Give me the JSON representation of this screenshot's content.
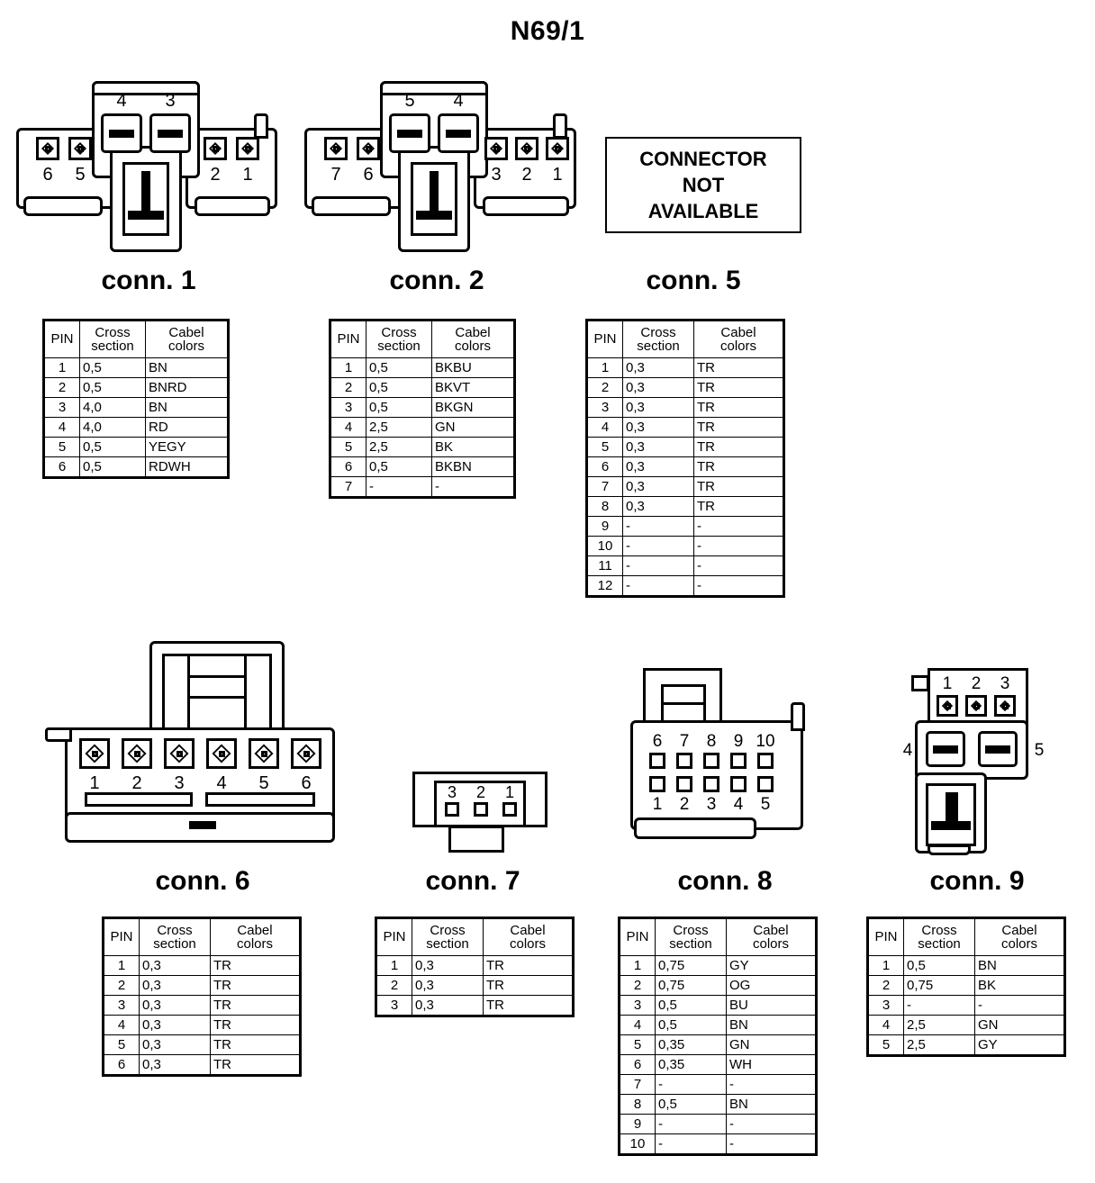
{
  "page": {
    "title": "N69/1"
  },
  "not_available_box": {
    "line1": "CONNECTOR",
    "line2": "NOT",
    "line3": "AVAILABLE"
  },
  "table_headers": {
    "pin": "PIN",
    "cross": "Cross",
    "section": "section",
    "cabel": "Cabel",
    "colors": "colors"
  },
  "connectors": [
    {
      "id": "conn1",
      "caption": "conn. 1",
      "pin_labels": [
        "6",
        "5",
        "4",
        "3",
        "2",
        "1"
      ],
      "rows": [
        {
          "pin": "1",
          "cross_section": "0,5",
          "cabel_colors": "BN"
        },
        {
          "pin": "2",
          "cross_section": "0,5",
          "cabel_colors": "BNRD"
        },
        {
          "pin": "3",
          "cross_section": "4,0",
          "cabel_colors": "BN"
        },
        {
          "pin": "4",
          "cross_section": "4,0",
          "cabel_colors": "RD"
        },
        {
          "pin": "5",
          "cross_section": "0,5",
          "cabel_colors": "YEGY"
        },
        {
          "pin": "6",
          "cross_section": "0,5",
          "cabel_colors": "RDWH"
        }
      ]
    },
    {
      "id": "conn2",
      "caption": "conn. 2",
      "pin_labels": [
        "7",
        "6",
        "5",
        "4",
        "3",
        "2",
        "1"
      ],
      "rows": [
        {
          "pin": "1",
          "cross_section": "0,5",
          "cabel_colors": "BKBU"
        },
        {
          "pin": "2",
          "cross_section": "0,5",
          "cabel_colors": "BKVT"
        },
        {
          "pin": "3",
          "cross_section": "0,5",
          "cabel_colors": "BKGN"
        },
        {
          "pin": "4",
          "cross_section": "2,5",
          "cabel_colors": "GN"
        },
        {
          "pin": "5",
          "cross_section": "2,5",
          "cabel_colors": "BK"
        },
        {
          "pin": "6",
          "cross_section": "0,5",
          "cabel_colors": "BKBN"
        },
        {
          "pin": "7",
          "cross_section": "-",
          "cabel_colors": "-"
        }
      ]
    },
    {
      "id": "conn5",
      "caption": "conn. 5",
      "pin_labels": [],
      "rows": [
        {
          "pin": "1",
          "cross_section": "0,3",
          "cabel_colors": "TR"
        },
        {
          "pin": "2",
          "cross_section": "0,3",
          "cabel_colors": "TR"
        },
        {
          "pin": "3",
          "cross_section": "0,3",
          "cabel_colors": "TR"
        },
        {
          "pin": "4",
          "cross_section": "0,3",
          "cabel_colors": "TR"
        },
        {
          "pin": "5",
          "cross_section": "0,3",
          "cabel_colors": "TR"
        },
        {
          "pin": "6",
          "cross_section": "0,3",
          "cabel_colors": "TR"
        },
        {
          "pin": "7",
          "cross_section": "0,3",
          "cabel_colors": "TR"
        },
        {
          "pin": "8",
          "cross_section": "0,3",
          "cabel_colors": "TR"
        },
        {
          "pin": "9",
          "cross_section": "-",
          "cabel_colors": "-"
        },
        {
          "pin": "10",
          "cross_section": "-",
          "cabel_colors": "-"
        },
        {
          "pin": "11",
          "cross_section": "-",
          "cabel_colors": "-"
        },
        {
          "pin": "12",
          "cross_section": "-",
          "cabel_colors": "-"
        }
      ]
    },
    {
      "id": "conn6",
      "caption": "conn. 6",
      "pin_labels": [
        "1",
        "2",
        "3",
        "4",
        "5",
        "6"
      ],
      "rows": [
        {
          "pin": "1",
          "cross_section": "0,3",
          "cabel_colors": "TR"
        },
        {
          "pin": "2",
          "cross_section": "0,3",
          "cabel_colors": "TR"
        },
        {
          "pin": "3",
          "cross_section": "0,3",
          "cabel_colors": "TR"
        },
        {
          "pin": "4",
          "cross_section": "0,3",
          "cabel_colors": "TR"
        },
        {
          "pin": "5",
          "cross_section": "0,3",
          "cabel_colors": "TR"
        },
        {
          "pin": "6",
          "cross_section": "0,3",
          "cabel_colors": "TR"
        }
      ]
    },
    {
      "id": "conn7",
      "caption": "conn. 7",
      "pin_labels": [
        "3",
        "2",
        "1"
      ],
      "rows": [
        {
          "pin": "1",
          "cross_section": "0,3",
          "cabel_colors": "TR"
        },
        {
          "pin": "2",
          "cross_section": "0,3",
          "cabel_colors": "TR"
        },
        {
          "pin": "3",
          "cross_section": "0,3",
          "cabel_colors": "TR"
        }
      ]
    },
    {
      "id": "conn8",
      "caption": "conn. 8",
      "pin_labels_top": [
        "6",
        "7",
        "8",
        "9",
        "10"
      ],
      "pin_labels_bottom": [
        "1",
        "2",
        "3",
        "4",
        "5"
      ],
      "rows": [
        {
          "pin": "1",
          "cross_section": "0,75",
          "cabel_colors": "GY"
        },
        {
          "pin": "2",
          "cross_section": "0,75",
          "cabel_colors": "OG"
        },
        {
          "pin": "3",
          "cross_section": "0,5",
          "cabel_colors": "BU"
        },
        {
          "pin": "4",
          "cross_section": "0,5",
          "cabel_colors": "BN"
        },
        {
          "pin": "5",
          "cross_section": "0,35",
          "cabel_colors": "GN"
        },
        {
          "pin": "6",
          "cross_section": "0,35",
          "cabel_colors": "WH"
        },
        {
          "pin": "7",
          "cross_section": "-",
          "cabel_colors": "-"
        },
        {
          "pin": "8",
          "cross_section": "0,5",
          "cabel_colors": "BN"
        },
        {
          "pin": "9",
          "cross_section": "-",
          "cabel_colors": "-"
        },
        {
          "pin": "10",
          "cross_section": "-",
          "cabel_colors": "-"
        }
      ]
    },
    {
      "id": "conn9",
      "caption": "conn. 9",
      "pin_labels": [
        "1",
        "2",
        "3",
        "4",
        "5"
      ],
      "rows": [
        {
          "pin": "1",
          "cross_section": "0,5",
          "cabel_colors": "BN"
        },
        {
          "pin": "2",
          "cross_section": "0,75",
          "cabel_colors": "BK"
        },
        {
          "pin": "3",
          "cross_section": "-",
          "cabel_colors": "-"
        },
        {
          "pin": "4",
          "cross_section": "2,5",
          "cabel_colors": "GN"
        },
        {
          "pin": "5",
          "cross_section": "2,5",
          "cabel_colors": "GY"
        }
      ]
    }
  ]
}
